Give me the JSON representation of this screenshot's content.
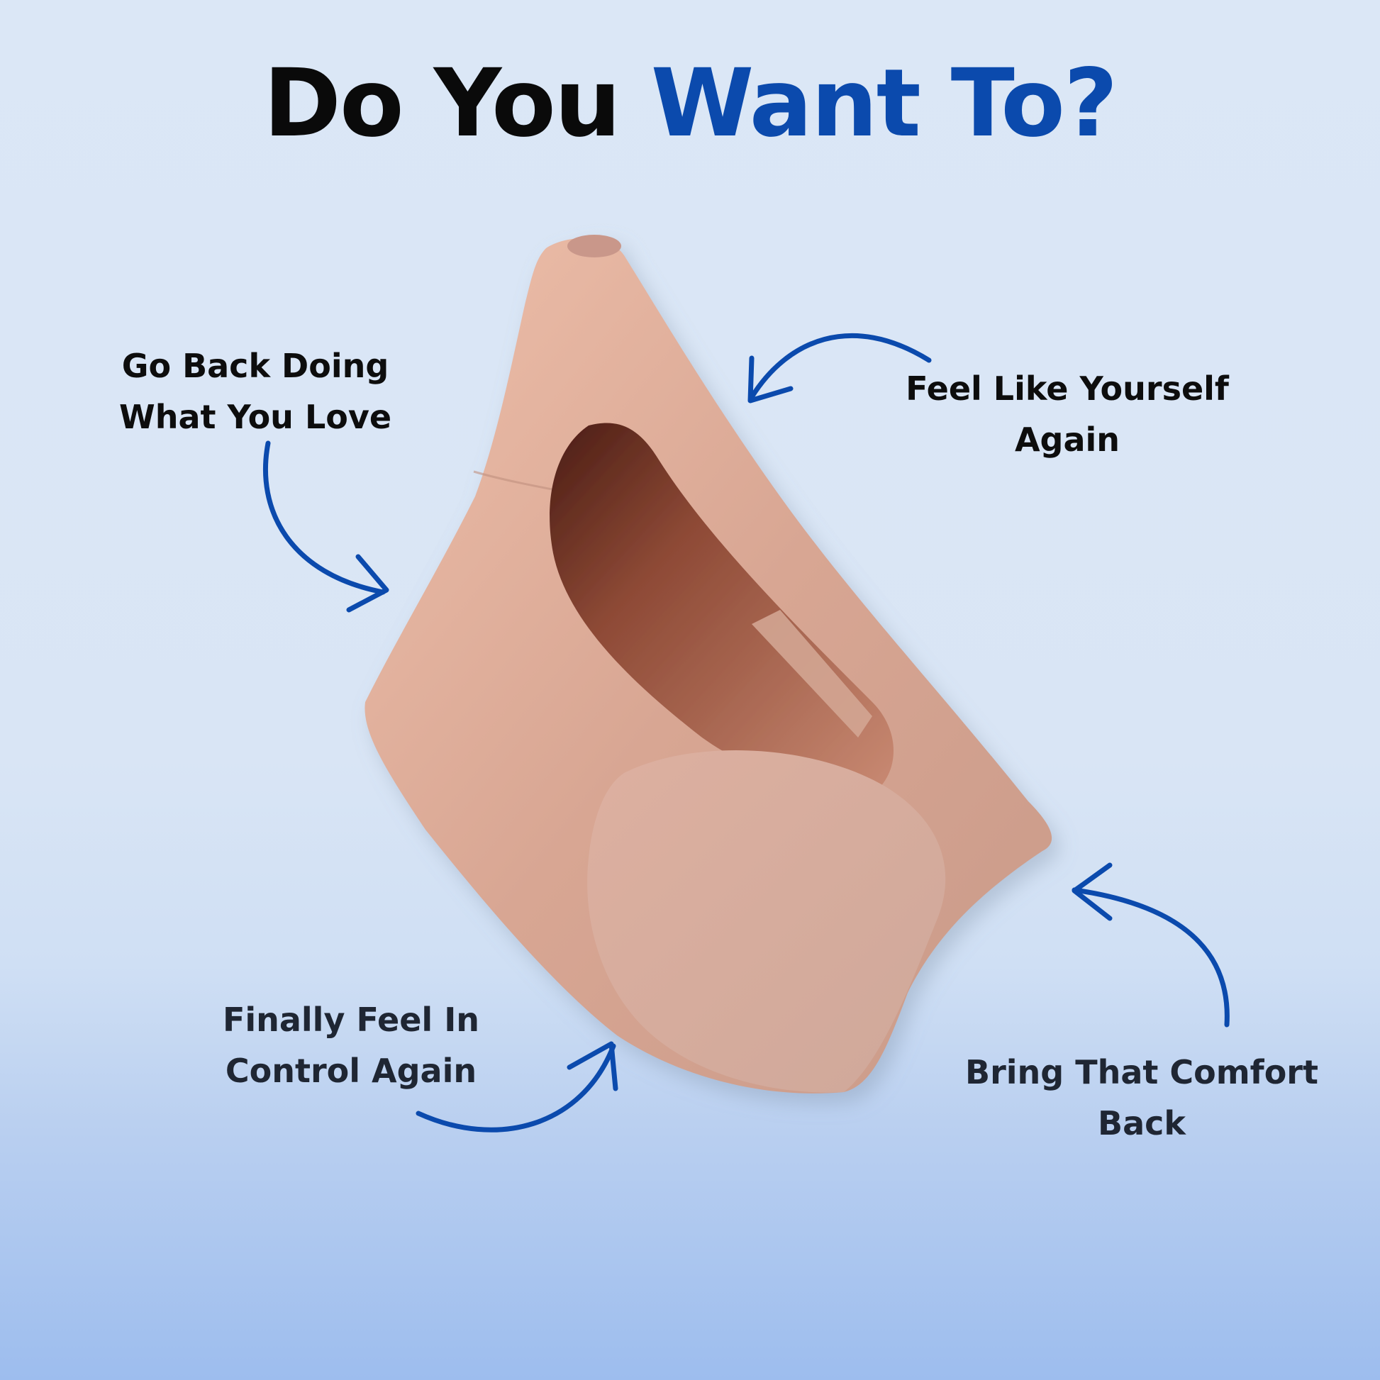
{
  "headline": {
    "part1": "Do You",
    "part2": "Want To?"
  },
  "captions": {
    "go_back": [
      "Go Back Doing",
      "What You Love"
    ],
    "feel_like": [
      "Feel Like Yourself",
      "Again"
    ],
    "finally": [
      "Finally Feel In",
      "Control Again"
    ],
    "bring": [
      "Bring That Comfort",
      "Back"
    ]
  },
  "colors": {
    "accent": "#0b4aad",
    "text": "#0d0d0d",
    "product": "#d8ab98"
  },
  "icons": [
    "arrow-icon"
  ]
}
